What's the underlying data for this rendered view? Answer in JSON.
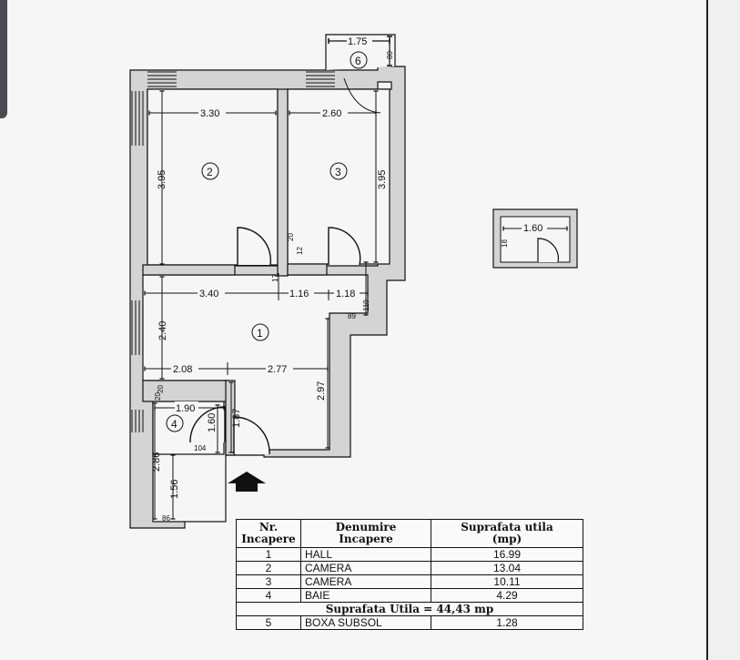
{
  "plan": {
    "rooms": [
      {
        "number": "1"
      },
      {
        "number": "2"
      },
      {
        "number": "3"
      },
      {
        "number": "4"
      },
      {
        "number": "5"
      },
      {
        "number": "6"
      }
    ],
    "dimensions": {
      "room2_width": "3.30",
      "room2_depth": "3.95",
      "room3_width": "2.60",
      "room3_depth": "3.95",
      "balcony_width": "1.75",
      "balcony_depth": "80",
      "hall_w1": "3.40",
      "hall_w2": "1.16",
      "hall_w3": "1.18",
      "hall_h1": "2.40",
      "hall_w4": "2.08",
      "hall_w5": "2.77",
      "hall_h2": "2.97",
      "hall_89": "89",
      "hall_110": "110",
      "bath_w": "1.90",
      "bath_h": "1.60",
      "entry_h": "1.87",
      "bath_104": "104",
      "bath_2_86": "2.86",
      "bath_1_56": "1.56",
      "bath_86": "86",
      "storage_w": "1.60",
      "small_20a": "20",
      "small_20b": "20",
      "small_17": "17",
      "small_20c": "20",
      "small_12": "12",
      "storage_18": "18"
    }
  },
  "table": {
    "headers": {
      "nr": [
        "Nr.",
        "Incapere"
      ],
      "denumire": [
        "Denumire",
        "Incapere"
      ],
      "suprafata": [
        "Suprafata utila",
        "(mp)"
      ]
    },
    "rows": [
      {
        "nr": "1",
        "name": "HALL",
        "area": "16.99"
      },
      {
        "nr": "2",
        "name": "CAMERA",
        "area": "13.04"
      },
      {
        "nr": "3",
        "name": "CAMERA",
        "area": "10.11"
      },
      {
        "nr": "4",
        "name": "BAIE",
        "area": "4.29"
      }
    ],
    "summary": "Suprafata Utila = 44,43 mp",
    "rows2": [
      {
        "nr": "5",
        "name": "BOXA SUBSOL",
        "area": "1.28"
      }
    ]
  },
  "colors": {
    "wall_fill": "#d4d4d4",
    "line": "#111111",
    "paper": "#f6f6f6"
  }
}
